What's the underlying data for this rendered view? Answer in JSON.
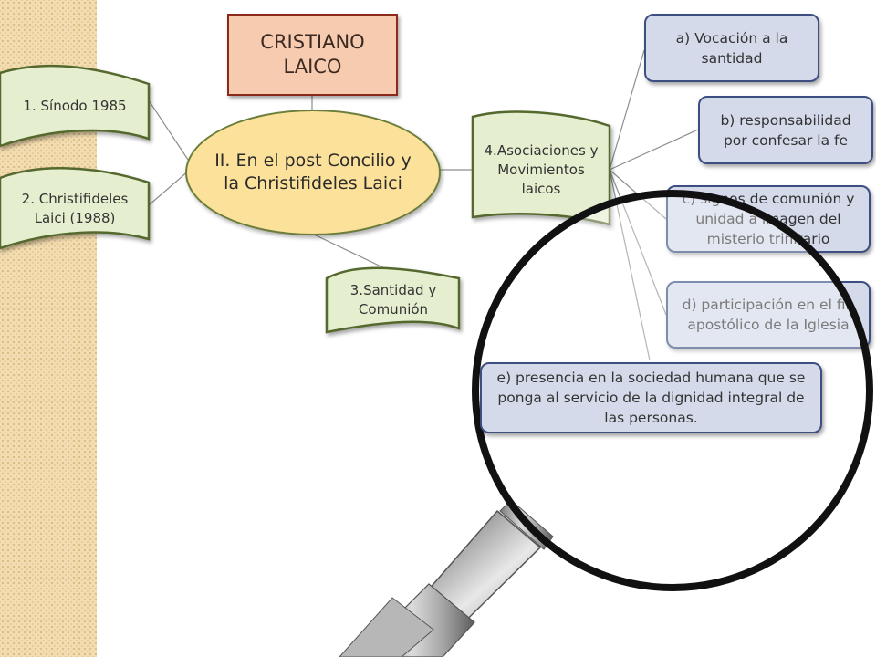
{
  "diagram": {
    "title": "CRISTIANO LAICO",
    "center": "II. En el post Concilio y la Christifideles Laici",
    "left_items": [
      "1. Sínodo 1985",
      "2. Christifideles Laici (1988)"
    ],
    "santidad": "3.Santidad y Comunión",
    "asociaciones": "4.Asociaciones y Movimientos laicos",
    "sub_items": [
      "a) Vocación a la santidad",
      "b) responsabilidad por confesar la fe",
      "c) signos de comunión y unidad a imagen del misterio trinitario",
      "d) participación en el fin apostólico de la Iglesia",
      "e) presencia en la sociedad humana que se ponga al servicio de la dignidad integral de las personas."
    ]
  },
  "colors": {
    "title_fill": "#f7cbb0",
    "title_border": "#8b2a1a",
    "center_fill": "#fbe19a",
    "flag_fill": "#e5efcf",
    "flag_border": "#55682e",
    "box_fill": "#d4daea",
    "box_border": "#3d4f82",
    "strip": "#f3ddb0"
  },
  "icons": [
    "magnifying-glass-icon"
  ]
}
